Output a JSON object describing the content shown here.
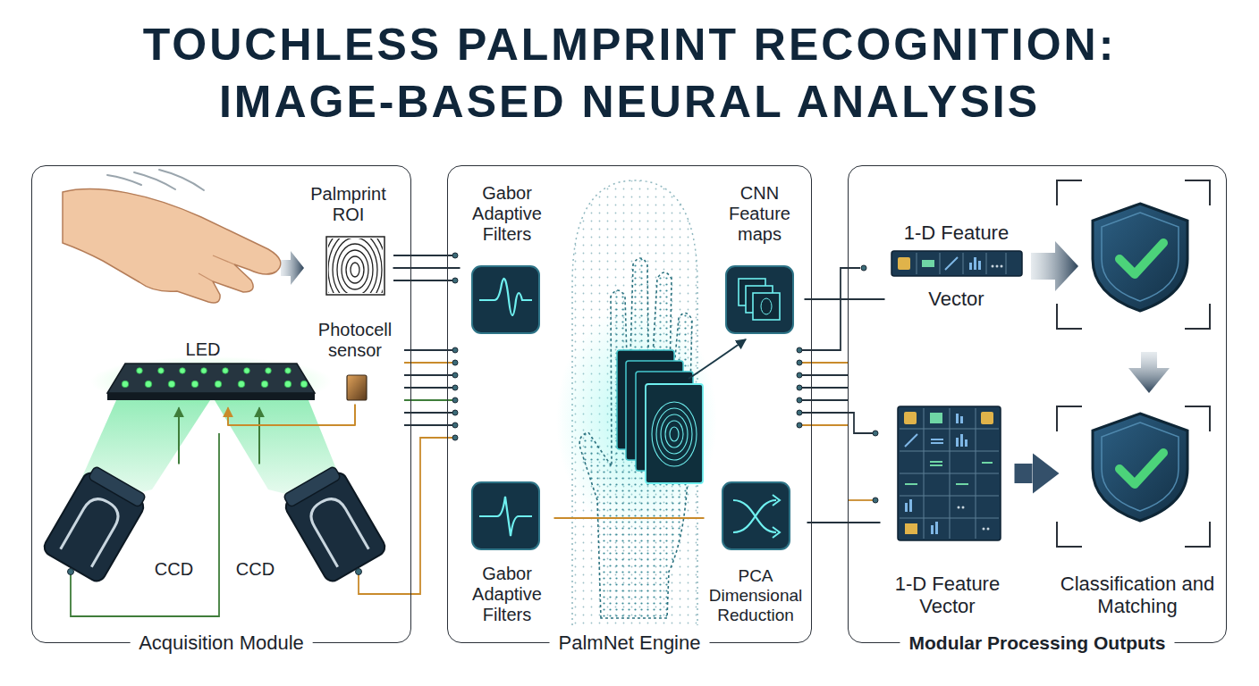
{
  "diagram": {
    "title": "TOUCHLESS PALMPRINT RECOGNITION: IMAGE-BASED NEURAL ANALYSIS",
    "nodes": [
      {
        "text": [
          "Acquisition Module"
        ]
      },
      {
        "text": [
          "Palmprint ROI"
        ],
        "in": 0
      },
      {
        "text": [
          "LED"
        ],
        "in": 0
      },
      {
        "text": [
          "Photocell sensor"
        ],
        "in": 0
      },
      {
        "text": [
          "CCD"
        ],
        "in": 0
      },
      {
        "text": [
          "CCD"
        ],
        "in": 0
      },
      {
        "text": [
          "PalmNet Engine"
        ]
      },
      {
        "text": [
          "Gabor Adaptive Filters"
        ],
        "in": 6
      },
      {
        "text": [
          "CNN Feature maps"
        ],
        "in": 6
      },
      {
        "text": [
          "Gabor Adaptive Filters"
        ],
        "in": 6
      },
      {
        "text": [
          "PCA Dimensional Reduction"
        ],
        "in": 6
      },
      {
        "text": [
          "Modular Processing Outputs"
        ]
      },
      {
        "text": [
          "1-D Feature",
          "Vector"
        ],
        "in": 11
      },
      {
        "text": [
          "1-D Feature Vector"
        ],
        "in": 11
      },
      {
        "text": [
          "Classification and Matching"
        ],
        "in": 11
      }
    ],
    "edges": [
      {
        "from": 1,
        "to": 7,
        "arrow": "none"
      },
      {
        "from": 4,
        "to": 2,
        "arrow": "to"
      },
      {
        "from": 5,
        "to": 2,
        "arrow": "to"
      },
      {
        "from": 3,
        "to": 2,
        "arrow": "to"
      },
      {
        "from": 9,
        "to": 10,
        "arrow": "none"
      },
      {
        "from": 8,
        "to": 12,
        "arrow": "none"
      },
      {
        "from": 10,
        "to": 13,
        "arrow": "none"
      },
      {
        "from": 13,
        "to": 14,
        "arrow": "to"
      }
    ]
  }
}
